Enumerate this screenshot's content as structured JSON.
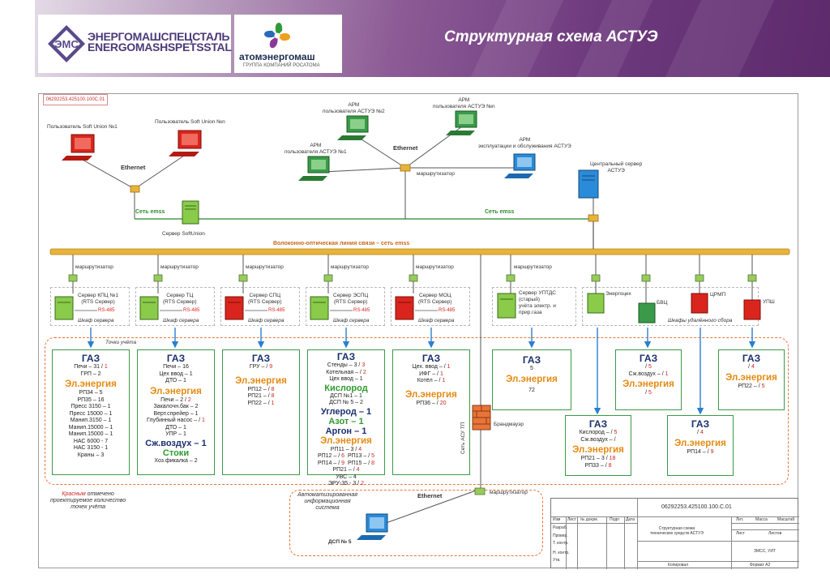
{
  "header": {
    "company_ru": "ЭНЕРГОМАШСПЕЦСТАЛЬ",
    "company_en": "ENERGOMASHSPETSSTAL",
    "partner": "атомэнергомаш",
    "partner_sub": "ГРУППА КОМПАНИЙ РОСАТОМА",
    "title": "Структурная схема АСТУЭ"
  },
  "stamp": "06292253.425100.100С.01",
  "top_network": {
    "user1": "Пользователь Soft Union №1",
    "usern": "Пользователь Soft Union №n",
    "ethernet_left": "Ethernet",
    "net_emss_left": "Сеть emss",
    "server_softunion": "Сервер SoftUnion",
    "arm2": [
      "АРМ",
      "пользователя АСТУЭ №2"
    ],
    "armn": [
      "АРМ",
      "пользователя АСТУЭ №n"
    ],
    "arm1": [
      "АРМ",
      "пользователя АСТУЭ №1"
    ],
    "arm_service": [
      "АРМ",
      "эксплуатации и обслуживания АСТУЭ"
    ],
    "ethernet_mid": "Ethernet",
    "router_mid": "маршрутизатор",
    "central_server": [
      "Центральный сервер",
      "АСТУЭ"
    ],
    "net_emss_right": "Сеть emss",
    "fiber": "Волоконно-оптическая линия связи – сеть emss"
  },
  "routers_label": "маршрутизатор",
  "servers": [
    {
      "name": [
        "Сервер КПЦ №1",
        "(RTS Сервер)"
      ],
      "rs": "RS-485",
      "cabinet": "Шкаф сервера"
    },
    {
      "name": [
        "Сервер ТЦ",
        "(RTS Сервер)"
      ],
      "rs": "RS-485",
      "cabinet": "Шкаф сервера"
    },
    {
      "name": [
        "Сервер СПЦ",
        "(RTS Сервер)"
      ],
      "rs": "RS-485",
      "cabinet": "Шкаф сервера"
    },
    {
      "name": [
        "Сервер ЭСПЦ",
        "(RTS Сервер)"
      ],
      "rs": "RS-485",
      "cabinet": "Шкаф сервера"
    },
    {
      "name": [
        "Сервер МОЦ",
        "(RTS Сервер)"
      ],
      "rs": "RS-485",
      "cabinet": "Шкаф сервера"
    }
  ],
  "server_uptds": [
    "Сервер УПТДС",
    "(старый)",
    "учёта электр. и",
    "прир.газа"
  ],
  "remote": {
    "energy": "Энергоцех",
    "bvc": "БВЦ",
    "crmp": "ЦРМП",
    "upsh": "УПШ",
    "cabinets": "Шкафы удалённого сбора"
  },
  "points_label": "Точки учёта",
  "boxes": {
    "kpc": {
      "gas": "ГАЗ",
      "gas_lines": [
        [
          "Печи – 31 / ",
          "1"
        ],
        [
          "ГРП – 2",
          ""
        ]
      ],
      "el": "Эл.энергия",
      "el_lines": [
        "РП34 – 5",
        "РП35 – 16",
        "Пресс 3150 – 1",
        "Пресс 15000 – 1",
        "Манип.3150 – 1",
        "Манип.15000 – 1",
        "Манип.15000 – 1",
        "НАС 6000 - 7",
        "НАС 3150 - 1",
        "Краны – 3"
      ]
    },
    "tc": {
      "gas": "ГАЗ",
      "gas_lines": [
        [
          "Печи – 16",
          ""
        ],
        [
          "Цех ввод – 1",
          ""
        ],
        [
          "ДТО – 1",
          ""
        ]
      ],
      "el": "Эл.энергия",
      "el_lines": [
        [
          "Печи – 2 / ",
          "2"
        ],
        [
          "Закалочн.бак – 2",
          ""
        ],
        [
          "Верт.спрейер – 1",
          ""
        ],
        [
          "Глубинный насос – / ",
          "1"
        ],
        [
          "ДТО – 1",
          ""
        ],
        [
          "УПР – 1",
          ""
        ]
      ],
      "air": "Сж.воздух – 1",
      "drains": "Стоки",
      "drains_line": "Хоз.фикалка – 2"
    },
    "spc": {
      "gas": "ГАЗ",
      "gas_lines": [
        [
          "ГРУ – / ",
          "9"
        ]
      ],
      "el": "Эл.энергия",
      "el_lines": [
        [
          "РП12 – / ",
          "8"
        ],
        [
          "РП21 – / ",
          "8"
        ],
        [
          "РП22 – / ",
          "1"
        ]
      ]
    },
    "espc": {
      "gas": "ГАЗ",
      "gas_lines": [
        [
          "Стенды – 3 / ",
          "3"
        ],
        [
          "Котельная – / ",
          "2"
        ],
        [
          "Цех ввод – 1",
          ""
        ]
      ],
      "oxygen": "Кислород",
      "oxygen_lines": [
        "ДСП №1 – 1",
        "ДСП № 5 – 2"
      ],
      "carbon": "Углерод – 1",
      "nitrogen": "Азот – 1",
      "argon": "Аргон – 1",
      "el": "Эл.энергия",
      "el_lines": [
        [
          "РП11 – 3 / ",
          "4",
          "",
          ""
        ],
        [
          "РП12 – / ",
          "6",
          "РП13 – / ",
          "5"
        ],
        [
          "РП14 – / ",
          "9",
          "РП15 – / ",
          "8"
        ],
        [
          "РП21 – / ",
          "4",
          "",
          ""
        ],
        [
          "УВС – 4",
          "",
          "",
          ""
        ],
        [
          "ЭРУ-35 - 3 / ",
          "2",
          "",
          ""
        ]
      ]
    },
    "moc": {
      "gas": "ГАЗ",
      "gas_lines": [
        [
          "Цех. ввод – / ",
          "1"
        ],
        [
          "ИФГ – / ",
          "1"
        ],
        [
          "Котёл – / ",
          "1"
        ]
      ],
      "el": "Эл.энергия",
      "el_lines": [
        [
          "РП36 – / ",
          "20"
        ]
      ]
    },
    "uptds": {
      "gas": "ГАЗ",
      "gas_value": "5",
      "el": "Эл.энергия",
      "el_value": "72"
    },
    "energy": {
      "gas": "ГАЗ",
      "gas_lines": [
        [
          "Кислород – / ",
          "5"
        ],
        [
          "Сж.воздух – /",
          ""
        ]
      ],
      "el": "Эл.энергия",
      "el_lines": [
        [
          "РП21 – 3 / ",
          "18"
        ],
        [
          "РП33 – / ",
          "8"
        ]
      ]
    },
    "bvc": {
      "gas": "ГАЗ",
      "gas_lines": [
        [
          "/ ",
          "5"
        ],
        [
          "Сж.воздух – / ",
          "1"
        ]
      ],
      "el": "Эл.энергия",
      "el_lines": [
        [
          "/ ",
          "5"
        ]
      ]
    },
    "crmp": {
      "gas": "ГАЗ",
      "gas_lines": [
        [
          "/ ",
          "4"
        ]
      ],
      "el": "Эл.энергия",
      "el_lines": [
        [
          "РП14 – / ",
          "9"
        ]
      ]
    },
    "upsh": {
      "gas": "ГАЗ",
      "gas_lines": [
        [
          "/ ",
          "4"
        ]
      ],
      "el": "Эл.энергия",
      "el_lines": [
        [
          "РП22 – / ",
          "5"
        ]
      ]
    }
  },
  "note": {
    "red_word": "Красным",
    "rest": [
      " отмечено",
      "проектируемое количество",
      "точек учёта"
    ]
  },
  "firewall": "Брандмауэр",
  "asu_net": "Сеть АСУ ТП",
  "bottom": {
    "system": [
      "Автоматизированная",
      "информационная",
      "система"
    ],
    "ethernet": "Ethernet",
    "router": "маршрутизатор",
    "dsp": "ДСП № 5"
  },
  "title_block": {
    "code": "06292253.425100.100.С.01",
    "name": [
      "Структурная схема",
      "технических средств АСТУЭ"
    ],
    "cols": [
      "Изм",
      "Лист",
      "№ докум.",
      "Подп",
      "Дата"
    ],
    "rows": [
      "Разраб.",
      "Провер.",
      "Т. контр.",
      "Н. контр.",
      "Утв."
    ],
    "lit": "Лит.",
    "mass": "Масса",
    "scale": "Масштаб",
    "sheet": "Лист",
    "sheets": "Листов",
    "org": "ЗМСС, УИТ",
    "copied": "Копировал",
    "format": "Формат А2"
  },
  "colors": {
    "gold": "#e8b33a",
    "green": "#3a9a4a",
    "red_server": "#d9251d",
    "blue": "#2a8bd8",
    "orange_dash": "#e8743a"
  }
}
